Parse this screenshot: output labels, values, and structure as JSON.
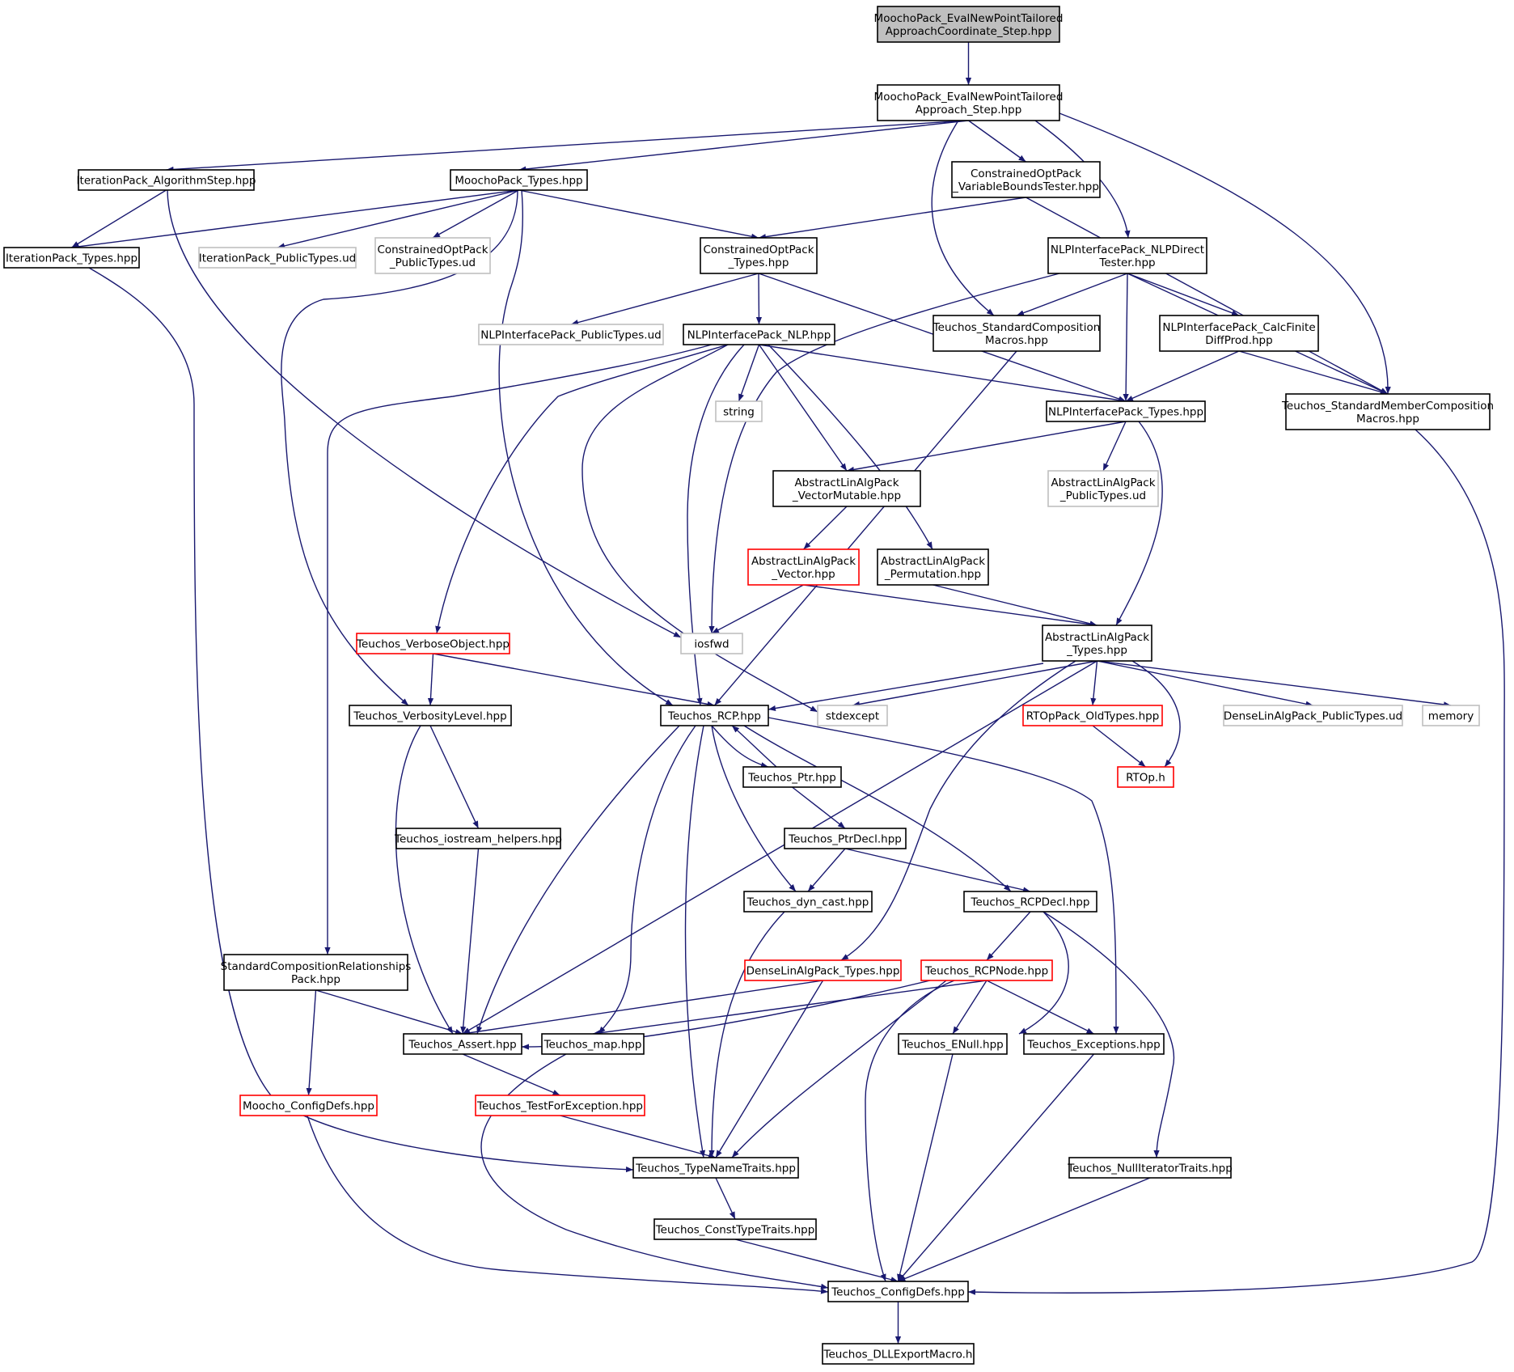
{
  "colors": {
    "edge": "#191970",
    "root_fill": "#bfbfbf",
    "node_border": "#000000",
    "truncated_border": "#ff0000",
    "external_border": "#bfbfbf"
  },
  "nodes": [
    {
      "id": "root",
      "style": "root",
      "lines": [
        "MoochoPack_EvalNewPointTailored",
        "ApproachCoordinate_Step.hpp"
      ]
    },
    {
      "id": "step",
      "style": "normal",
      "lines": [
        "MoochoPack_EvalNewPointTailored",
        "Approach_Step.hpp"
      ]
    },
    {
      "id": "algstep",
      "style": "normal",
      "lines": [
        "IterationPack_AlgorithmStep.hpp"
      ]
    },
    {
      "id": "mtypes",
      "style": "normal",
      "lines": [
        "MoochoPack_Types.hpp"
      ]
    },
    {
      "id": "vbt",
      "style": "normal",
      "lines": [
        "ConstrainedOptPack",
        "_VariableBoundsTester.hpp"
      ]
    },
    {
      "id": "itypes",
      "style": "normal",
      "lines": [
        "IterationPack_Types.hpp"
      ]
    },
    {
      "id": "ipub",
      "style": "gray",
      "lines": [
        "IterationPack_PublicTypes.ud"
      ]
    },
    {
      "id": "copub",
      "style": "gray",
      "lines": [
        "ConstrainedOptPack",
        "_PublicTypes.ud"
      ]
    },
    {
      "id": "cotypes",
      "style": "normal",
      "lines": [
        "ConstrainedOptPack",
        "_Types.hpp"
      ]
    },
    {
      "id": "nlpdt",
      "style": "normal",
      "lines": [
        "NLPInterfacePack_NLPDirect",
        "Tester.hpp"
      ]
    },
    {
      "id": "nlppub",
      "style": "gray",
      "lines": [
        "NLPInterfacePack_PublicTypes.ud"
      ]
    },
    {
      "id": "nlp",
      "style": "normal",
      "lines": [
        "NLPInterfacePack_NLP.hpp"
      ]
    },
    {
      "id": "tscm",
      "style": "normal",
      "lines": [
        "Teuchos_StandardComposition",
        "Macros.hpp"
      ]
    },
    {
      "id": "cfdp",
      "style": "normal",
      "lines": [
        "NLPInterfacePack_CalcFinite",
        "DiffProd.hpp"
      ]
    },
    {
      "id": "string",
      "style": "gray",
      "lines": [
        "string"
      ]
    },
    {
      "id": "nlptypes",
      "style": "normal",
      "lines": [
        "NLPInterfacePack_Types.hpp"
      ]
    },
    {
      "id": "tsmcm",
      "style": "normal",
      "lines": [
        "Teuchos_StandardMemberComposition",
        "Macros.hpp"
      ]
    },
    {
      "id": "vmut",
      "style": "normal",
      "lines": [
        "AbstractLinAlgPack",
        "_VectorMutable.hpp"
      ]
    },
    {
      "id": "alapub",
      "style": "gray",
      "lines": [
        "AbstractLinAlgPack",
        "_PublicTypes.ud"
      ]
    },
    {
      "id": "vec",
      "style": "red",
      "lines": [
        "AbstractLinAlgPack",
        "_Vector.hpp"
      ]
    },
    {
      "id": "perm",
      "style": "normal",
      "lines": [
        "AbstractLinAlgPack",
        "_Permutation.hpp"
      ]
    },
    {
      "id": "verbobj",
      "style": "red",
      "lines": [
        "Teuchos_VerboseObject.hpp"
      ]
    },
    {
      "id": "iosfwd",
      "style": "gray",
      "lines": [
        "iosfwd"
      ]
    },
    {
      "id": "alatypes",
      "style": "normal",
      "lines": [
        "AbstractLinAlgPack",
        "_Types.hpp"
      ]
    },
    {
      "id": "verblvl",
      "style": "normal",
      "lines": [
        "Teuchos_VerbosityLevel.hpp"
      ]
    },
    {
      "id": "rcp",
      "style": "normal",
      "lines": [
        "Teuchos_RCP.hpp"
      ]
    },
    {
      "id": "stdexcept",
      "style": "gray",
      "lines": [
        "stdexcept"
      ]
    },
    {
      "id": "rtopold",
      "style": "red",
      "lines": [
        "RTOpPack_OldTypes.hpp"
      ]
    },
    {
      "id": "dlapub",
      "style": "gray",
      "lines": [
        "DenseLinAlgPack_PublicTypes.ud"
      ]
    },
    {
      "id": "memory",
      "style": "gray",
      "lines": [
        "memory"
      ]
    },
    {
      "id": "ptr",
      "style": "normal",
      "lines": [
        "Teuchos_Ptr.hpp"
      ]
    },
    {
      "id": "rtoph",
      "style": "red",
      "lines": [
        "RTOp.h"
      ]
    },
    {
      "id": "iohelp",
      "style": "normal",
      "lines": [
        "Teuchos_iostream_helpers.hpp"
      ]
    },
    {
      "id": "ptrdecl",
      "style": "normal",
      "lines": [
        "Teuchos_PtrDecl.hpp"
      ]
    },
    {
      "id": "dyncast",
      "style": "normal",
      "lines": [
        "Teuchos_dyn_cast.hpp"
      ]
    },
    {
      "id": "rcpdecl",
      "style": "normal",
      "lines": [
        "Teuchos_RCPDecl.hpp"
      ]
    },
    {
      "id": "scrp",
      "style": "normal",
      "lines": [
        "StandardCompositionRelationships",
        "Pack.hpp"
      ]
    },
    {
      "id": "dlatypes",
      "style": "red",
      "lines": [
        "DenseLinAlgPack_Types.hpp"
      ]
    },
    {
      "id": "rcpnode",
      "style": "red",
      "lines": [
        "Teuchos_RCPNode.hpp"
      ]
    },
    {
      "id": "assert",
      "style": "normal",
      "lines": [
        "Teuchos_Assert.hpp"
      ]
    },
    {
      "id": "map",
      "style": "normal",
      "lines": [
        "Teuchos_map.hpp"
      ]
    },
    {
      "id": "enull",
      "style": "normal",
      "lines": [
        "Teuchos_ENull.hpp"
      ]
    },
    {
      "id": "except",
      "style": "normal",
      "lines": [
        "Teuchos_Exceptions.hpp"
      ]
    },
    {
      "id": "mcfg",
      "style": "red",
      "lines": [
        "Moocho_ConfigDefs.hpp"
      ]
    },
    {
      "id": "tfe",
      "style": "red",
      "lines": [
        "Teuchos_TestForException.hpp"
      ]
    },
    {
      "id": "tnt",
      "style": "normal",
      "lines": [
        "Teuchos_TypeNameTraits.hpp"
      ]
    },
    {
      "id": "nit",
      "style": "normal",
      "lines": [
        "Teuchos_NullIteratorTraits.hpp"
      ]
    },
    {
      "id": "ctt",
      "style": "normal",
      "lines": [
        "Teuchos_ConstTypeTraits.hpp"
      ]
    },
    {
      "id": "tcfg",
      "style": "normal",
      "lines": [
        "Teuchos_ConfigDefs.hpp"
      ]
    },
    {
      "id": "dll",
      "style": "normal",
      "lines": [
        "Teuchos_DLLExportMacro.h"
      ]
    }
  ],
  "edges": [
    [
      "root",
      "step"
    ],
    [
      "step",
      "algstep"
    ],
    [
      "step",
      "mtypes"
    ],
    [
      "step",
      "vbt"
    ],
    [
      "step",
      "tscm"
    ],
    [
      "step",
      "nlpdt"
    ],
    [
      "step",
      "tsmcm"
    ],
    [
      "algstep",
      "itypes"
    ],
    [
      "algstep",
      "iosfwd"
    ],
    [
      "mtypes",
      "itypes"
    ],
    [
      "mtypes",
      "ipub"
    ],
    [
      "mtypes",
      "copub"
    ],
    [
      "mtypes",
      "cotypes"
    ],
    [
      "mtypes",
      "rcp"
    ],
    [
      "mtypes",
      "verblvl"
    ],
    [
      "vbt",
      "cotypes"
    ],
    [
      "vbt",
      "tsmcm"
    ],
    [
      "itypes",
      "tnt"
    ],
    [
      "cotypes",
      "nlppub"
    ],
    [
      "cotypes",
      "nlp"
    ],
    [
      "cotypes",
      "nlptypes"
    ],
    [
      "nlpdt",
      "tscm"
    ],
    [
      "nlpdt",
      "nlptypes"
    ],
    [
      "nlpdt",
      "cfdp"
    ],
    [
      "nlpdt",
      "tsmcm"
    ],
    [
      "nlpdt",
      "iosfwd"
    ],
    [
      "nlp",
      "string"
    ],
    [
      "nlp",
      "vmut"
    ],
    [
      "nlp",
      "perm"
    ],
    [
      "nlp",
      "nlptypes"
    ],
    [
      "nlp",
      "verbobj"
    ],
    [
      "nlp",
      "scrp"
    ],
    [
      "nlp",
      "rcp"
    ],
    [
      "nlp",
      "stdexcept"
    ],
    [
      "tscm",
      "rcp"
    ],
    [
      "cfdp",
      "nlptypes"
    ],
    [
      "cfdp",
      "tsmcm"
    ],
    [
      "nlptypes",
      "vmut"
    ],
    [
      "nlptypes",
      "alapub"
    ],
    [
      "nlptypes",
      "alatypes"
    ],
    [
      "tsmcm",
      "tcfg"
    ],
    [
      "vmut",
      "vec"
    ],
    [
      "vec",
      "iosfwd"
    ],
    [
      "vec",
      "alatypes"
    ],
    [
      "perm",
      "alatypes"
    ],
    [
      "verbobj",
      "verblvl"
    ],
    [
      "verbobj",
      "rcp"
    ],
    [
      "alatypes",
      "rcp"
    ],
    [
      "alatypes",
      "stdexcept"
    ],
    [
      "alatypes",
      "rtopold"
    ],
    [
      "alatypes",
      "dlapub"
    ],
    [
      "alatypes",
      "memory"
    ],
    [
      "alatypes",
      "rtoph"
    ],
    [
      "alatypes",
      "assert"
    ],
    [
      "alatypes",
      "dlatypes"
    ],
    [
      "verblvl",
      "iohelp"
    ],
    [
      "verblvl",
      "assert"
    ],
    [
      "rcp",
      "ptr"
    ],
    [
      "rcp",
      "dyncast"
    ],
    [
      "rcp",
      "rcpdecl"
    ],
    [
      "rcp",
      "assert"
    ],
    [
      "rcp",
      "map"
    ],
    [
      "rcp",
      "tnt"
    ],
    [
      "rcp",
      "except"
    ],
    [
      "ptr",
      "rcp"
    ],
    [
      "ptr",
      "ptrdecl"
    ],
    [
      "rtopold",
      "rtoph"
    ],
    [
      "iohelp",
      "assert"
    ],
    [
      "ptrdecl",
      "dyncast"
    ],
    [
      "ptrdecl",
      "rcpdecl"
    ],
    [
      "dyncast",
      "tnt"
    ],
    [
      "rcpdecl",
      "rcpnode"
    ],
    [
      "rcpdecl",
      "enull"
    ],
    [
      "rcpdecl",
      "nit"
    ],
    [
      "scrp",
      "assert"
    ],
    [
      "scrp",
      "mcfg"
    ],
    [
      "dlatypes",
      "assert"
    ],
    [
      "dlatypes",
      "tnt"
    ],
    [
      "rcpnode",
      "assert"
    ],
    [
      "rcpnode",
      "map"
    ],
    [
      "rcpnode",
      "enull"
    ],
    [
      "rcpnode",
      "except"
    ],
    [
      "rcpnode",
      "tnt"
    ],
    [
      "rcpnode",
      "tcfg"
    ],
    [
      "assert",
      "tfe"
    ],
    [
      "map",
      "tcfg"
    ],
    [
      "enull",
      "tcfg"
    ],
    [
      "except",
      "tcfg"
    ],
    [
      "mcfg",
      "tcfg"
    ],
    [
      "tfe",
      "tnt"
    ],
    [
      "tnt",
      "ctt"
    ],
    [
      "nit",
      "tcfg"
    ],
    [
      "ctt",
      "tcfg"
    ],
    [
      "tcfg",
      "dll"
    ]
  ]
}
